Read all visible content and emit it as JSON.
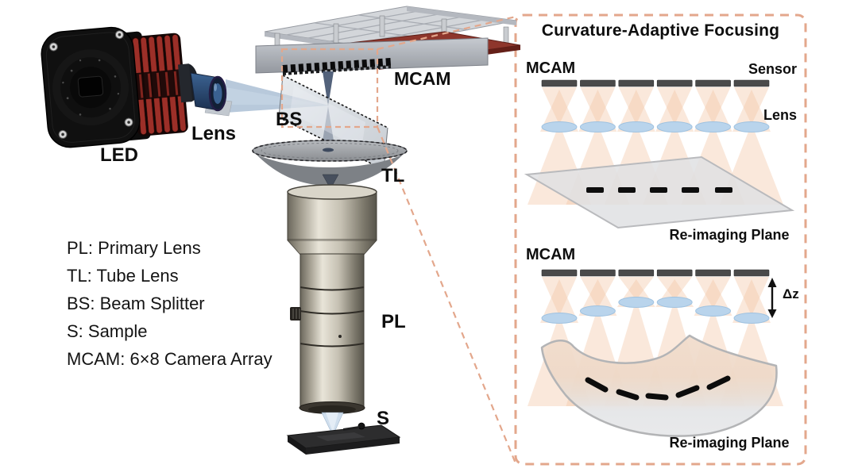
{
  "apparatus": {
    "led_label": "LED",
    "lens_label": "Lens",
    "bs_label": "BS",
    "mcam_label": "MCAM",
    "tl_label": "TL",
    "pl_label": "PL",
    "sample_label": "S"
  },
  "legend": {
    "lines": [
      "PL: Primary Lens",
      "TL: Tube Lens",
      "BS: Beam Splitter",
      "S: Sample",
      "MCAM: 6×8 Camera Array"
    ]
  },
  "panel": {
    "title": "Curvature-Adaptive Focusing",
    "flat": {
      "mcam_label": "MCAM",
      "sensor_label": "Sensor",
      "lens_label": "Lens",
      "plane_label": "Re-imaging Plane"
    },
    "curved": {
      "mcam_label": "MCAM",
      "delta_z_label": "Δz",
      "plane_label": "Re-imaging Plane"
    }
  },
  "colors": {
    "accent_dash": "#e3a78c",
    "cone_fill": "#f3c6a5",
    "lens_fill": "#b9d4ec",
    "lens_stroke": "#9fc2e0",
    "sensor_bar": "#4a4a4a",
    "dash_black": "#0d0d0d"
  }
}
